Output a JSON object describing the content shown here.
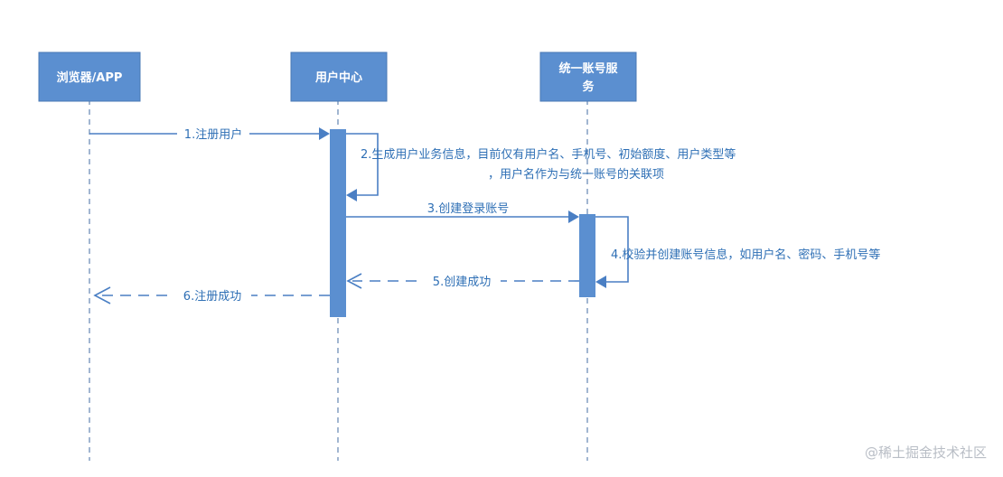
{
  "actors": [
    {
      "id": "browser",
      "label": [
        "浏览器/APP"
      ]
    },
    {
      "id": "user_center",
      "label": [
        "用户中心"
      ]
    },
    {
      "id": "account_service",
      "label": [
        "统一账号服",
        "务"
      ]
    }
  ],
  "messages": [
    {
      "id": "m1",
      "label": [
        "1.注册用户"
      ],
      "from": "browser",
      "to": "user_center",
      "style": "solid"
    },
    {
      "id": "m2",
      "label": [
        "2.生成用户业务信息，目前仅有用户名、手机号、初始额度、用户类型等",
        "，用户名作为与统一账号的关联项"
      ],
      "from": "user_center",
      "to": "user_center",
      "style": "self"
    },
    {
      "id": "m3",
      "label": [
        "3.创建登录账号"
      ],
      "from": "user_center",
      "to": "account_service",
      "style": "solid"
    },
    {
      "id": "m4",
      "label": [
        "4.校验并创建账号信息，如用户名、密码、手机号等"
      ],
      "from": "account_service",
      "to": "account_service",
      "style": "self"
    },
    {
      "id": "m5",
      "label": [
        "5.创建成功"
      ],
      "from": "account_service",
      "to": "user_center",
      "style": "dashed"
    },
    {
      "id": "m6",
      "label": [
        "6.注册成功"
      ],
      "from": "user_center",
      "to": "browser",
      "style": "dashed"
    }
  ],
  "watermark": "@稀土掘金技术社区",
  "colors": {
    "actor_fill": "#5b8fd0",
    "line": "#4a7fc4",
    "text": "#2e6fb5",
    "activation": "#5b8fd0",
    "lifeline": "#6f8fb8",
    "watermark": "#b9bec6"
  }
}
